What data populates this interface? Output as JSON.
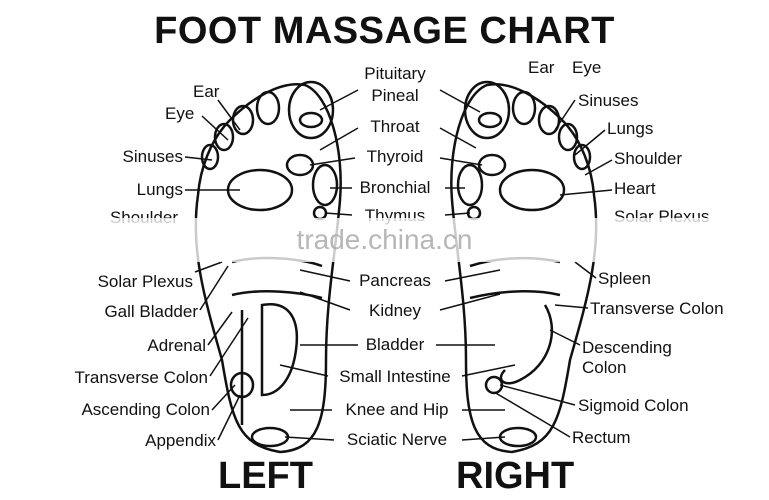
{
  "title": "FOOT MASSAGE CHART",
  "feet": {
    "left": "LEFT",
    "right": "RIGHT"
  },
  "center_labels": [
    "Pituitary",
    "Pineal",
    "Throat",
    "Thyroid",
    "Bronchial",
    "Thymus",
    "Pancreas",
    "Kidney",
    "Bladder",
    "Small Intestine",
    "Knee and Hip",
    "Sciatic Nerve"
  ],
  "left_labels": [
    "Ear",
    "Eye",
    "Sinuses",
    "Lungs",
    "Shoulder",
    "Solar Plexus",
    "Gall Bladder",
    "Adrenal",
    "Transverse Colon",
    "Ascending Colon",
    "Appendix"
  ],
  "right_labels": [
    "Ear",
    "Eye",
    "Sinuses",
    "Lungs",
    "Shoulder",
    "Heart",
    "Solar Plexus",
    "Spleen",
    "Transverse Colon",
    "Descending Colon",
    "Sigmoid Colon",
    "Rectum"
  ],
  "watermark": "trade.china.cn"
}
